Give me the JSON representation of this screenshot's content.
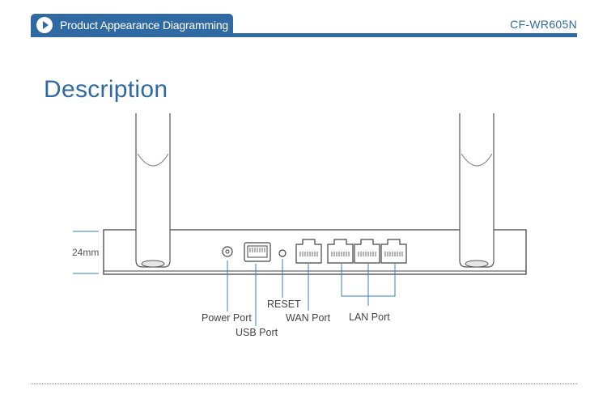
{
  "header": {
    "title": "Product Appearance Diagramming",
    "model": "CF-WR605N"
  },
  "section": {
    "title": "Description"
  },
  "dimension": {
    "label": "24mm"
  },
  "ports": {
    "power": "Power Port",
    "usb": "USB Port",
    "reset": "RESET",
    "wan": "WAN Port",
    "lan": "LAN Port"
  },
  "colors": {
    "accent": "#2f6aa3",
    "callout": "#3a7fc0"
  }
}
